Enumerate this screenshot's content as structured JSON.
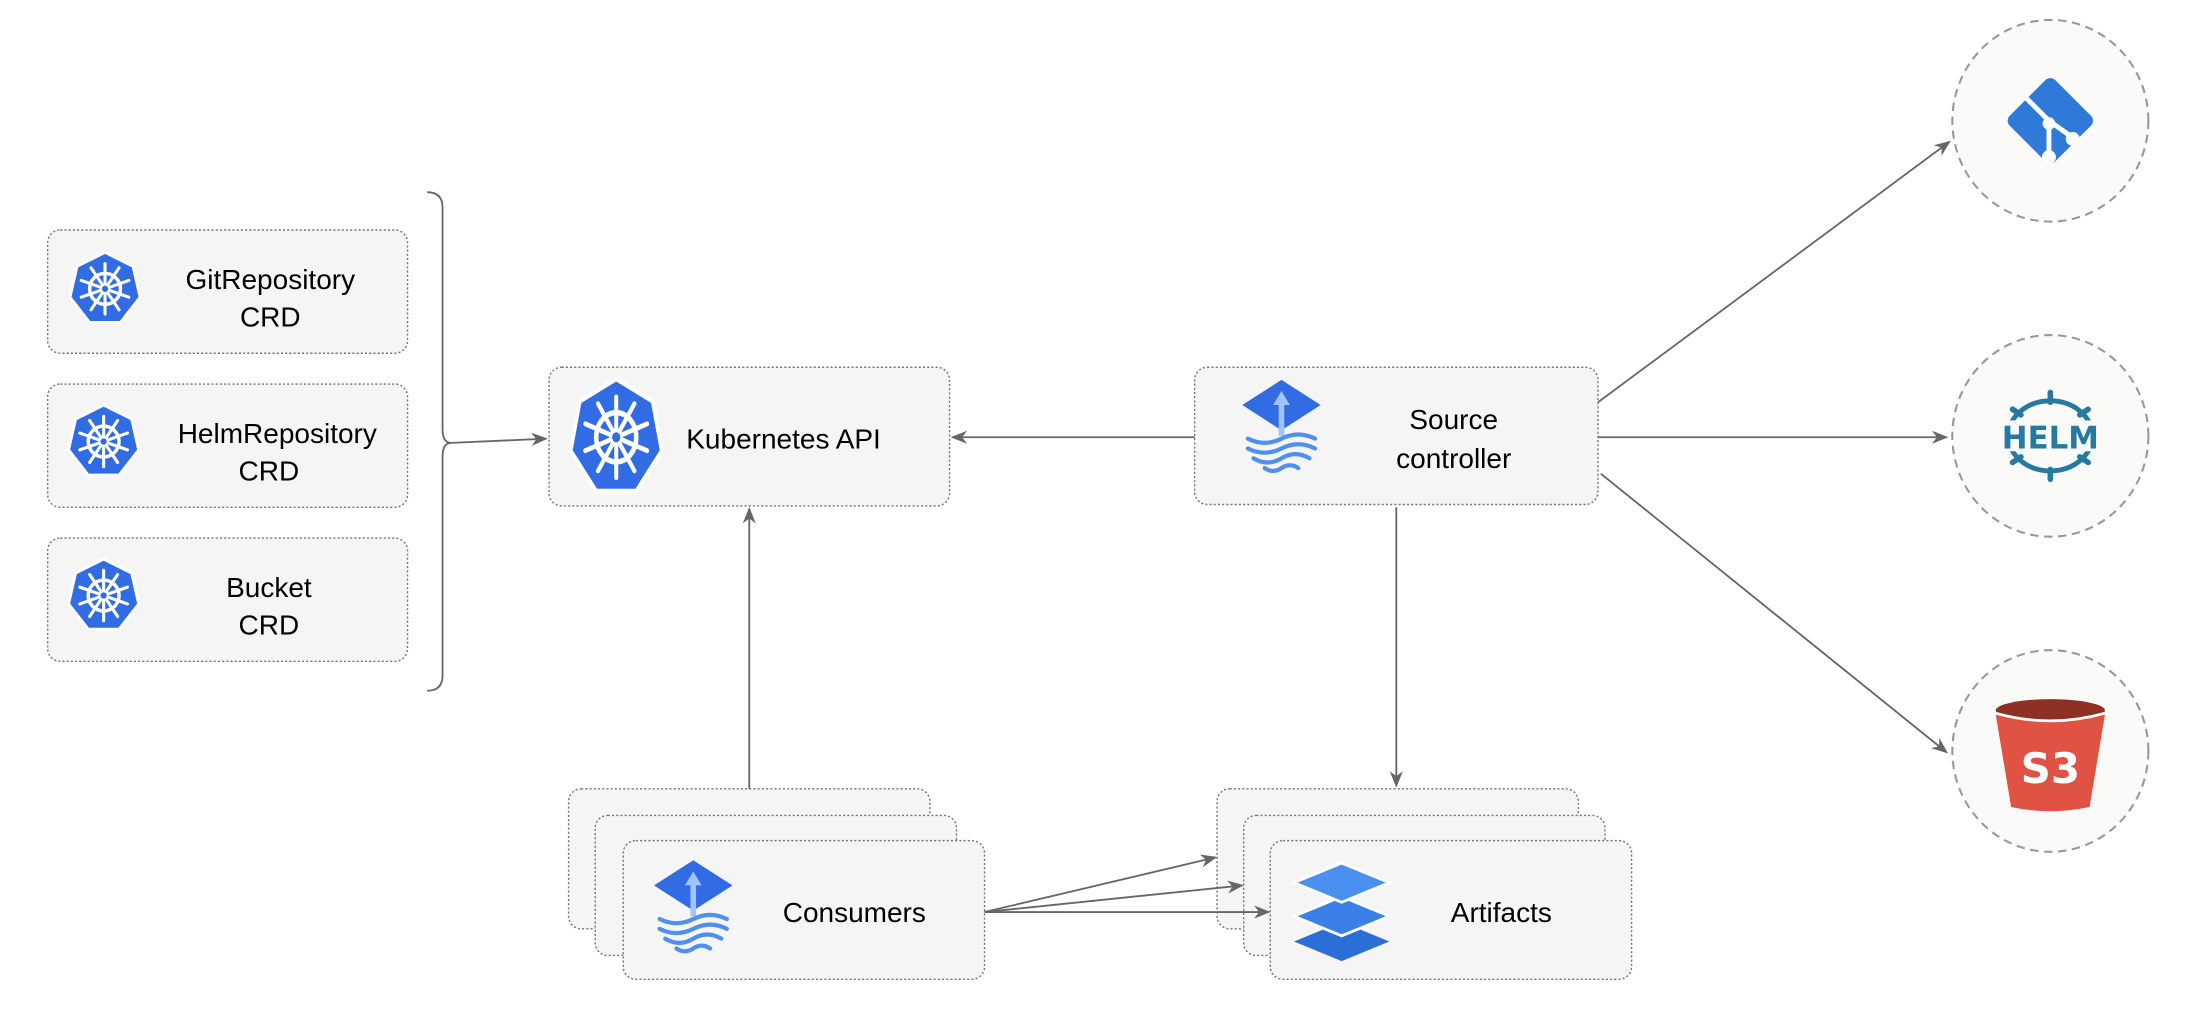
{
  "crds": [
    {
      "line1": "GitRepository",
      "line2": "CRD"
    },
    {
      "line1": "HelmRepository",
      "line2": "CRD"
    },
    {
      "line1": "Bucket",
      "line2": "CRD"
    }
  ],
  "kubernetes_api": {
    "label": "Kubernetes API"
  },
  "source_controller": {
    "line1": "Source",
    "line2": "controller"
  },
  "consumers": {
    "label": "Consumers"
  },
  "artifacts": {
    "label": "Artifacts"
  },
  "sources": {
    "git_icon": "git-icon",
    "helm_logo_text": "HELM",
    "s3_logo_text": "S3"
  },
  "colors": {
    "kubernetes": "#326ce5",
    "git": "#2f79d8",
    "helm": "#277a9f",
    "s3": "#e05243",
    "s3_dark": "#8c3123",
    "box_fill": "#f5f5f5",
    "edge": "#666666"
  }
}
